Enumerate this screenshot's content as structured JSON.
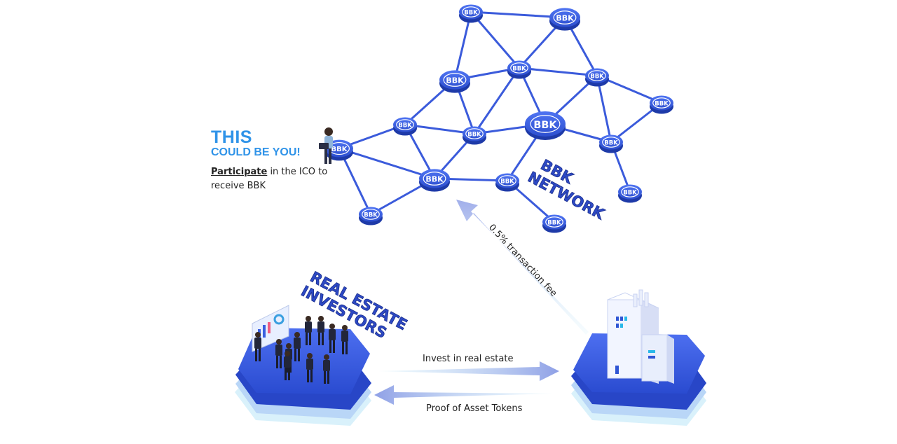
{
  "cta": {
    "title": "THIS",
    "subtitle": "COULD BE YOU!",
    "link_text": "Participate",
    "body_text": " in the ICO to receive BBK"
  },
  "network": {
    "label_line1": "BBK",
    "label_line2": "NETWORK",
    "node_label": "BBK"
  },
  "investors": {
    "label_line1": "REAL ESTATE",
    "label_line2": "INVESTORS"
  },
  "flows": {
    "invest": "Invest in real estate",
    "tokens": "Proof of Asset Tokens",
    "fee": "0.5% transaction fee"
  },
  "colors": {
    "accent": "#2f93e8",
    "network_blue": "#3b5bdb",
    "platform_blue": "#2f55d4"
  }
}
